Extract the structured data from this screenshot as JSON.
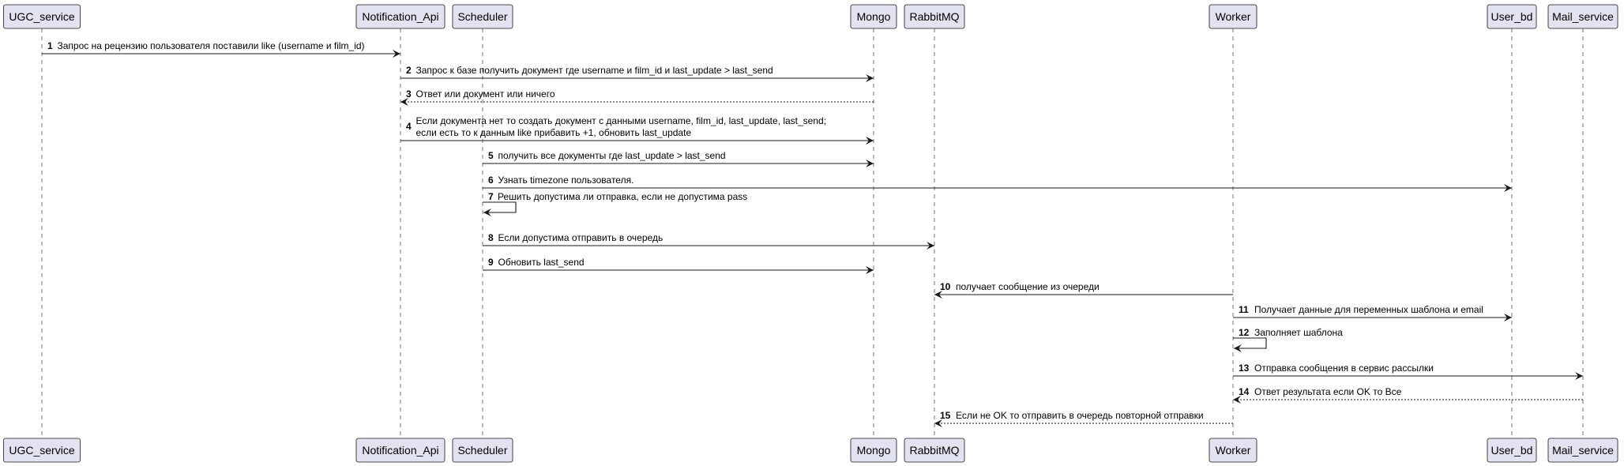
{
  "participants": [
    {
      "id": "ugc",
      "name": "UGC_service"
    },
    {
      "id": "napi",
      "name": "Notification_Api"
    },
    {
      "id": "sched",
      "name": "Scheduler"
    },
    {
      "id": "mongo",
      "name": "Mongo"
    },
    {
      "id": "rabbit",
      "name": "RabbitMQ"
    },
    {
      "id": "worker",
      "name": "Worker"
    },
    {
      "id": "userbd",
      "name": "User_bd"
    },
    {
      "id": "mail",
      "name": "Mail_service"
    }
  ],
  "messages": [
    {
      "n": "1",
      "from": "ugc",
      "to": "napi",
      "style": "solid",
      "lines": [
        "Запрос на рецензию пользователя поставили like (username и film_id)"
      ]
    },
    {
      "n": "2",
      "from": "napi",
      "to": "mongo",
      "style": "solid",
      "lines": [
        "Запрос к базе получить документ где username и film_id и last_update > last_send"
      ]
    },
    {
      "n": "3",
      "from": "mongo",
      "to": "napi",
      "style": "dashed",
      "lines": [
        "Ответ или документ или ничего"
      ]
    },
    {
      "n": "4",
      "from": "napi",
      "to": "mongo",
      "style": "solid",
      "lines": [
        "Если документа нет то создать документ с данными username, film_id, last_update, last_send;",
        "если есть то к данным like прибавить +1, обновить last_update"
      ]
    },
    {
      "n": "5",
      "from": "sched",
      "to": "mongo",
      "style": "solid",
      "lines": [
        "получить все документы где last_update > last_send"
      ]
    },
    {
      "n": "6",
      "from": "sched",
      "to": "userbd",
      "style": "solid",
      "lines": [
        "Узнать timezone пользователя."
      ]
    },
    {
      "n": "7",
      "from": "sched",
      "to": "sched",
      "style": "solid",
      "lines": [
        "Решить допустима ли отправка, если не допустима pass"
      ]
    },
    {
      "n": "8",
      "from": "sched",
      "to": "rabbit",
      "style": "solid",
      "lines": [
        "Если допустима отправить в очередь"
      ]
    },
    {
      "n": "9",
      "from": "sched",
      "to": "mongo",
      "style": "solid",
      "lines": [
        "Обновить last_send"
      ]
    },
    {
      "n": "10",
      "from": "worker",
      "to": "rabbit",
      "style": "solid",
      "lines": [
        "получает сообщение из очереди"
      ]
    },
    {
      "n": "11",
      "from": "worker",
      "to": "userbd",
      "style": "solid",
      "lines": [
        "Получает данные для переменных шаблона и email"
      ]
    },
    {
      "n": "12",
      "from": "worker",
      "to": "worker",
      "style": "solid",
      "lines": [
        "Заполняет шаблона"
      ]
    },
    {
      "n": "13",
      "from": "worker",
      "to": "mail",
      "style": "solid",
      "lines": [
        "Отправка сообщения в сервис рассылки"
      ]
    },
    {
      "n": "14",
      "from": "mail",
      "to": "worker",
      "style": "dashed",
      "lines": [
        "Ответ результата если OK то Все"
      ]
    },
    {
      "n": "15",
      "from": "worker",
      "to": "rabbit",
      "style": "dashed",
      "lines": [
        "Если не OK то отправить в очередь повторной отправки"
      ]
    }
  ]
}
